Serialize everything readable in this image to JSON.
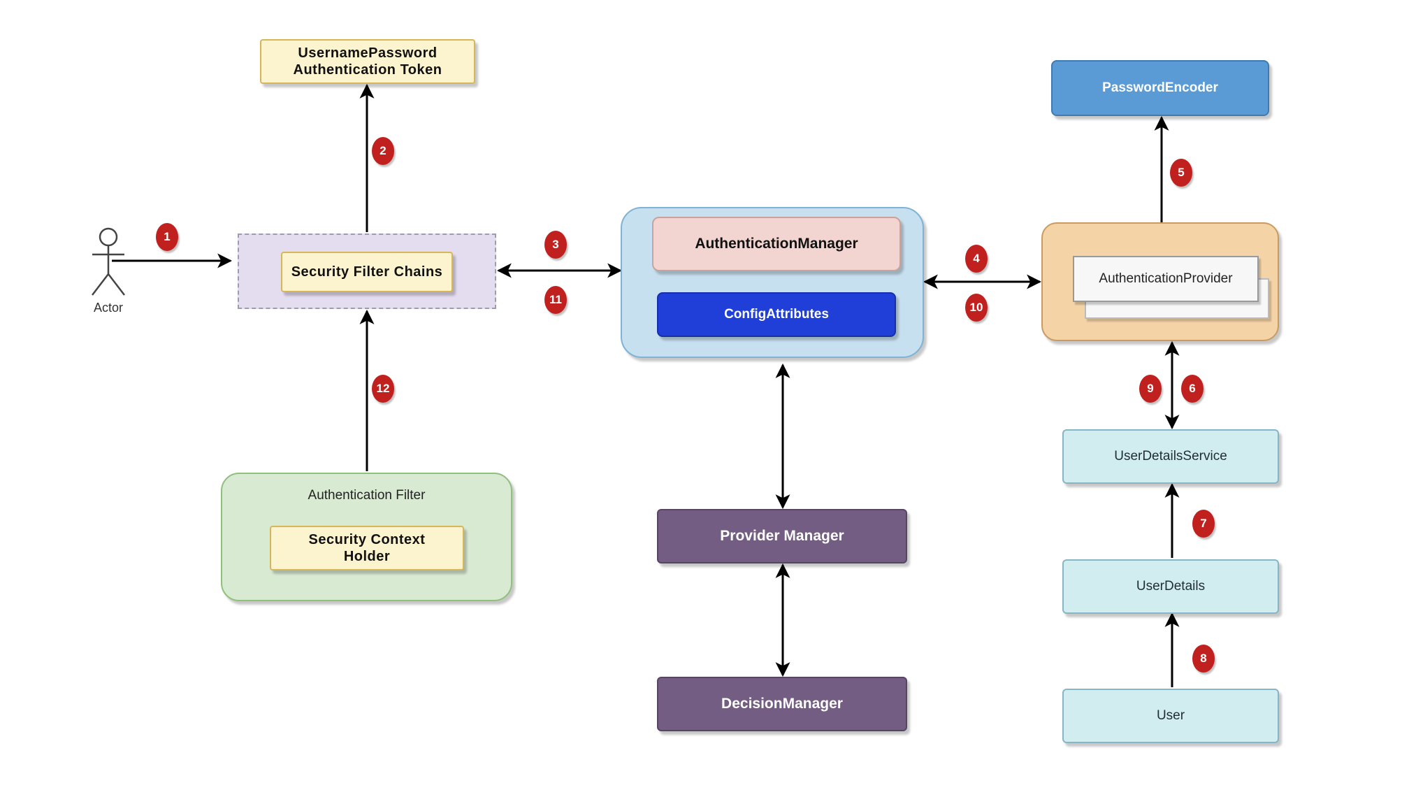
{
  "nodes": {
    "actor": "Actor",
    "token": "UsernamePassword\nAuthentication Token",
    "filter_chains": "Security Filter Chains",
    "auth_filter": "Authentication Filter",
    "context_holder": "Security Context\nHolder",
    "auth_manager": "AuthenticationManager",
    "config_attributes": "ConfigAttributes",
    "provider_manager": "Provider Manager",
    "decision_manager": "DecisionManager",
    "password_encoder": "PasswordEncoder",
    "auth_provider": "AuthenticationProvider",
    "user_details_service": "UserDetailsService",
    "user_details": "UserDetails",
    "user": "User"
  },
  "steps": [
    "1",
    "2",
    "3",
    "11",
    "4",
    "10",
    "5",
    "9",
    "6",
    "7",
    "8",
    "12"
  ],
  "colors": {
    "badge": "#c0211f",
    "auth_manager_group": "#c7e0f0",
    "config_attributes": "#1f3fd8",
    "password_encoder": "#5b9bd5",
    "auth_provider_group": "#f4d3a7",
    "user_boxes": "#d2edf0",
    "purple_boxes": "#735d83"
  }
}
